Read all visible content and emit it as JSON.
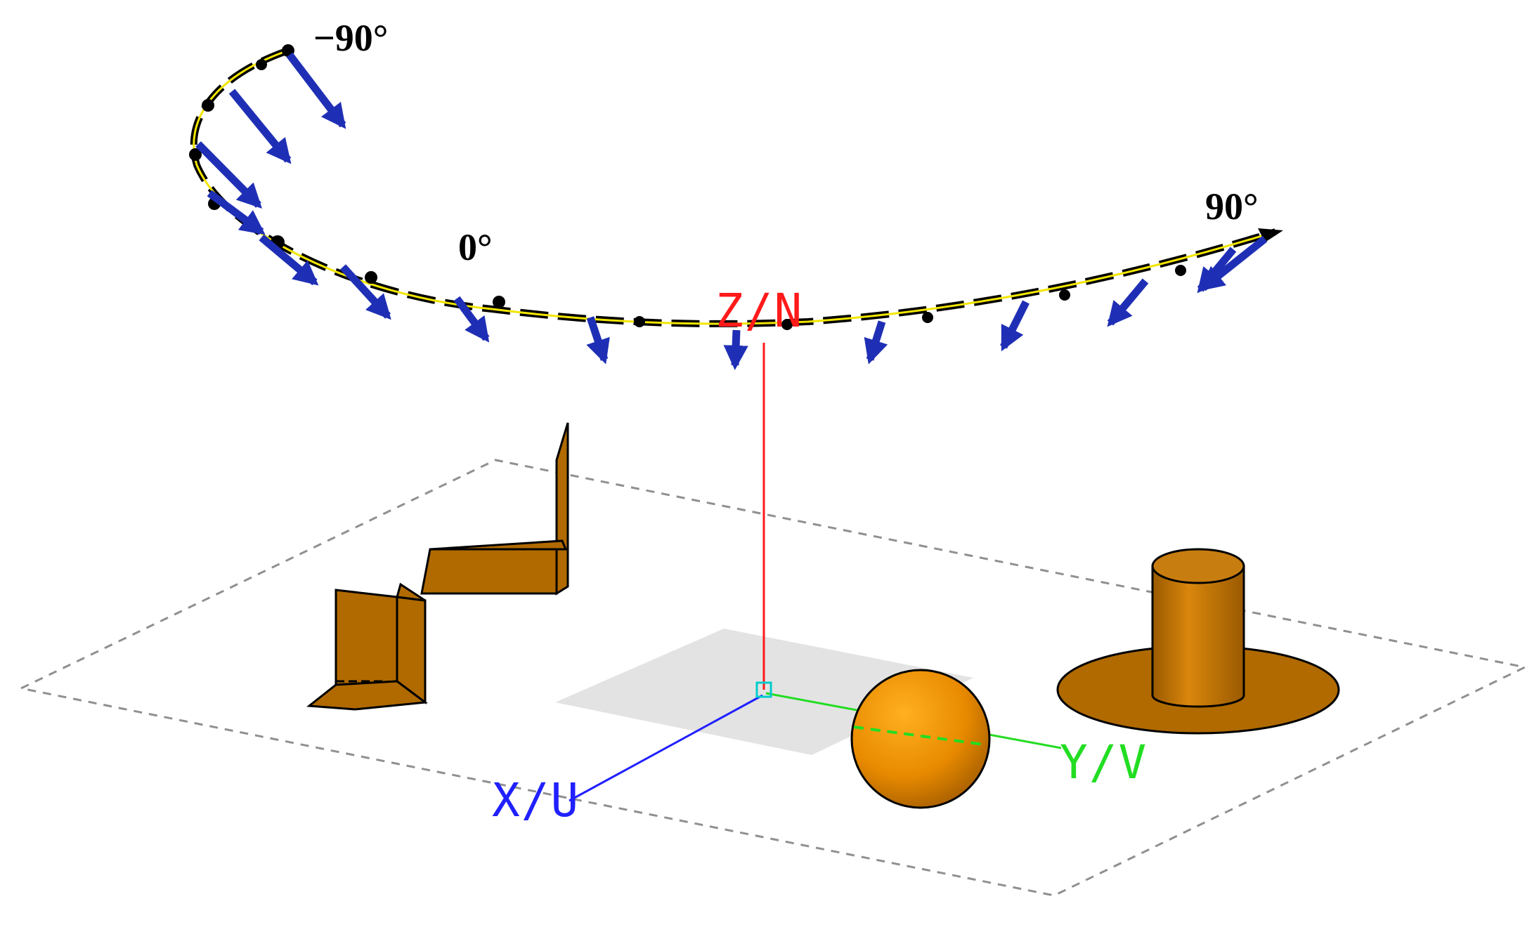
{
  "angles": {
    "minus90": "−90°",
    "zero": "0°",
    "plus90": "90°"
  },
  "axes": {
    "z_label": "Z/N",
    "y_label": "Y/V",
    "x_label": "X/U"
  },
  "colors": {
    "arc_line": "#f2e600",
    "arc_outline": "#000000",
    "arrows": "#1f2fb5",
    "z_axis": "#ff1a1a",
    "y_axis": "#22dd22",
    "x_axis": "#2020ff",
    "object_fill": "#b06a00",
    "sphere_light": "#ffb020",
    "ground_dash": "#909090",
    "ground_patch": "#e3e3e3",
    "origin_marker": "#00cccc"
  }
}
